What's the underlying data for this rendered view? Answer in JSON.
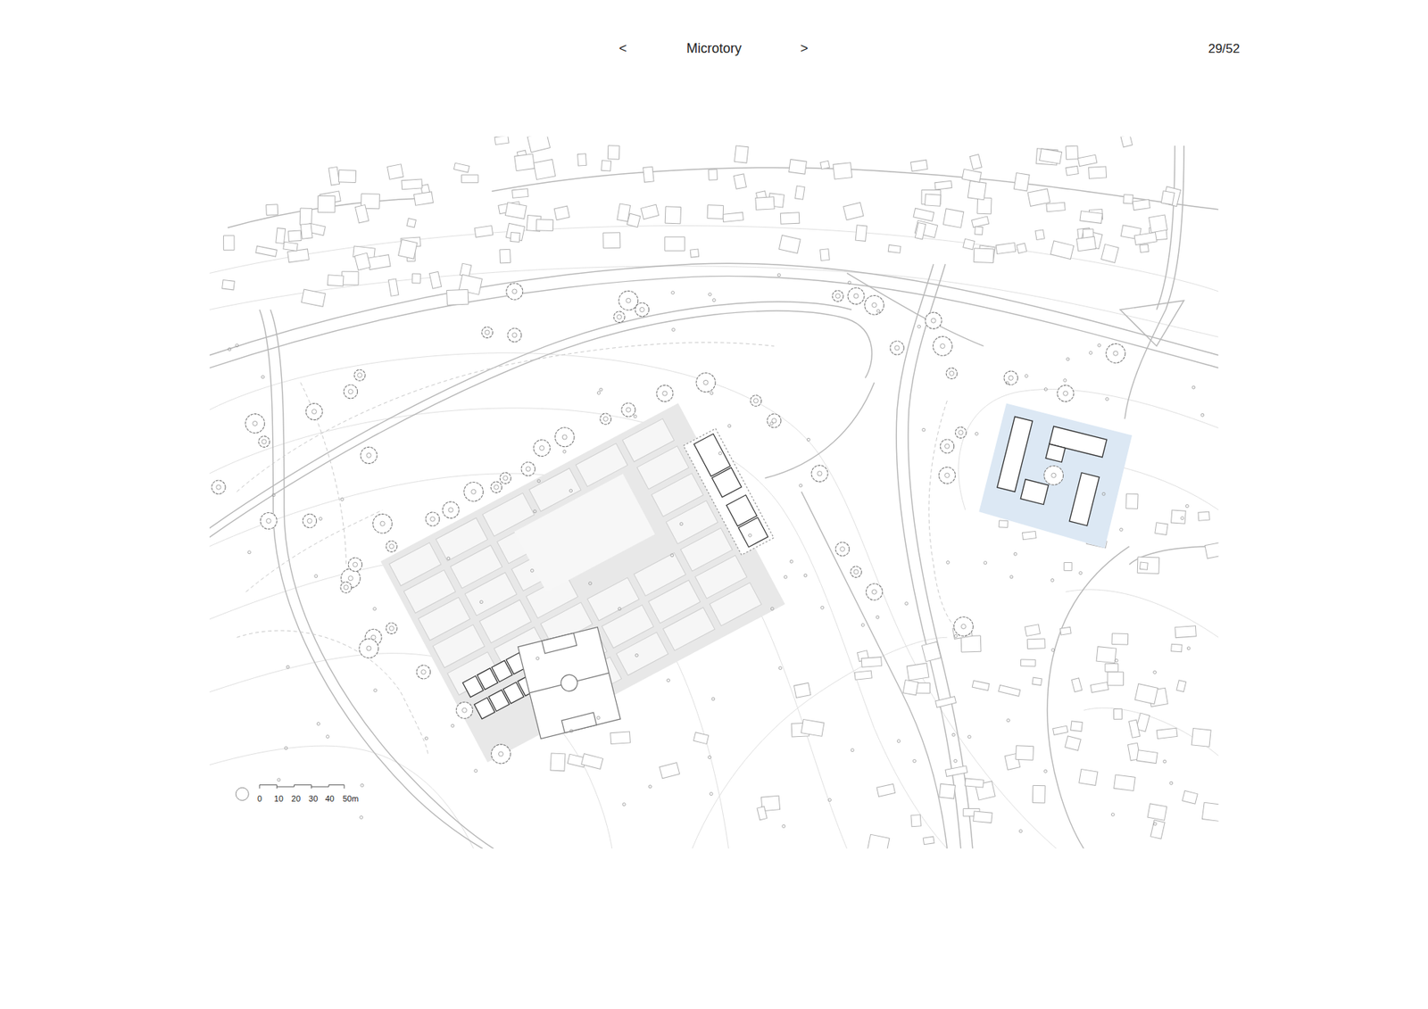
{
  "diagram": {
    "title": "Microtory",
    "labels": [
      "<",
      ">",
      "29/52",
      "0",
      "10",
      "20",
      "30",
      "40",
      "50m"
    ]
  }
}
